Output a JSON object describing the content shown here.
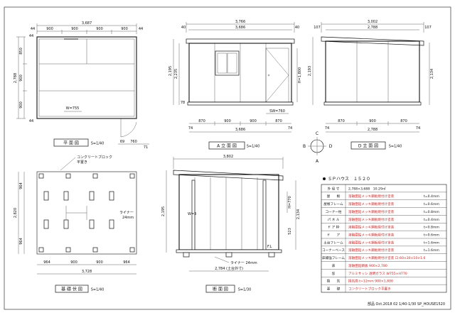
{
  "plan": {
    "top_total": "3,687",
    "top_segments": [
      "900",
      "900",
      "900",
      "900"
    ],
    "top_ends": [
      "44",
      "44"
    ],
    "left_total": "2,788",
    "left_segments": [
      "850",
      "900",
      "900"
    ],
    "left_ends": [
      "44",
      "44"
    ],
    "label_w": "W=755",
    "bottom_dims": [
      "69",
      "760",
      "71"
    ],
    "title": "平 面 図",
    "scale": "S=1/40"
  },
  "elev_a": {
    "top_total": "3,766",
    "top_inner": "3,686",
    "top_ends": [
      "40",
      "40"
    ],
    "left_dims": [
      "2,195",
      "2,235",
      "78"
    ],
    "right_dims": [
      "H=1,800"
    ],
    "bottom_segments": [
      "870",
      "900",
      "900",
      "870"
    ],
    "bottom_total": "3,686",
    "bottom_ends": [
      "74",
      "74"
    ],
    "label_sw": "SW=760",
    "title": "A 立 面 図",
    "scale": "S=1/40"
  },
  "elev_d": {
    "top_total": "3,002",
    "top_inner": "2,788",
    "top_ends": [
      "107",
      "107"
    ],
    "left_dims": [
      "2,193"
    ],
    "right_dims": [
      "2,134"
    ],
    "bottom_segments": [
      "870",
      "900",
      "870"
    ],
    "bottom_total": "2,788",
    "bottom_ends": [
      "74",
      "74"
    ],
    "title": "D 立 面 図",
    "scale": "S=1/40"
  },
  "compass": {
    "c": "C",
    "a": "A",
    "b": "B",
    "d": "D"
  },
  "foundation": {
    "note1": "コンクリートブロック",
    "note2": "平置き",
    "liner": "ライナー",
    "liner2": "24mm",
    "left_dims": [
      "964",
      "2,820",
      "964"
    ],
    "bottom_dims": [
      "964",
      "900",
      "900",
      "964"
    ],
    "bottom_total": "3,728",
    "title": "基 礎 伏 図",
    "scale": "S=1/40"
  },
  "section": {
    "top_total": "3,802",
    "left_dims": [
      "2,195"
    ],
    "right_dims": [
      "H=770",
      "2,134",
      "523"
    ],
    "label_w": "W=3",
    "label_f": "F.L",
    "liner": "ライナー 24mm",
    "bottom_total": "2,784 (土台外寸)",
    "title": "断 面 図",
    "scale": "S=1/30"
  },
  "spec": {
    "header": "ＳＰハウス　１５２０",
    "rows": [
      {
        "k": "外 径 寸",
        "v": "2,788×3,688　10.29㎡",
        "v2": ""
      },
      {
        "k": "屋　　根",
        "v": "溶融亜鉛メッキ鋼板焼付け塗装",
        "v2": "t=0.4mm"
      },
      {
        "k": "屋根フレーム",
        "v": "溶融亜鉛メッキ鋼板焼付け塗装",
        "v2": "t=0.6mm"
      },
      {
        "k": "コーナー柱",
        "v": "溶融亜鉛メッキ鋼板焼付け塗装",
        "v2": "t=0.8mm"
      },
      {
        "k": "パ ネ ル",
        "v": "溶融亜鉛メッキ鋼板焼付け塗装",
        "v2": "t=0.4mm"
      },
      {
        "k": "ド ア 枠",
        "v": "溶融亜鉛メッキ鋼板焼付け塗装",
        "v2": "t=0.8mm"
      },
      {
        "k": "ド　　ア",
        "v": "溶融亜鉛メッキ鋼板焼付け塗装",
        "v2": "t=0.6mm"
      },
      {
        "k": "土台フレーム",
        "v": "溶融亜鉛メッキ鋼板焼付け塗装",
        "v2": "t=1.6mm"
      },
      {
        "k": "コーナーベース",
        "v": "溶融亜鉛メッキ鋼板焼付け塗装",
        "v2": "t=1.6mm"
      },
      {
        "k": "床補強フレーム",
        "v": "溶融亜鉛メッキ鋼板焼付け塗装 ロ-60×30×10×1.6",
        "v2": ""
      },
      {
        "k": "床",
        "v": "溶融亜鉛鋼板 900×2,780",
        "v2": ""
      },
      {
        "k": "窓",
        "v": "アルミサッシ 透明ガラス W755×H770",
        "v2": ""
      },
      {
        "k": "換　　気",
        "v": "換気扇 t=12mm 900×1,800",
        "v2": ""
      },
      {
        "k": "基　　礎",
        "v": "コンクリートブロック平置き",
        "v2": ""
      }
    ]
  },
  "footer": "部品 Oct.2018 02 1/40-1/30 SP_HOUSE1520"
}
